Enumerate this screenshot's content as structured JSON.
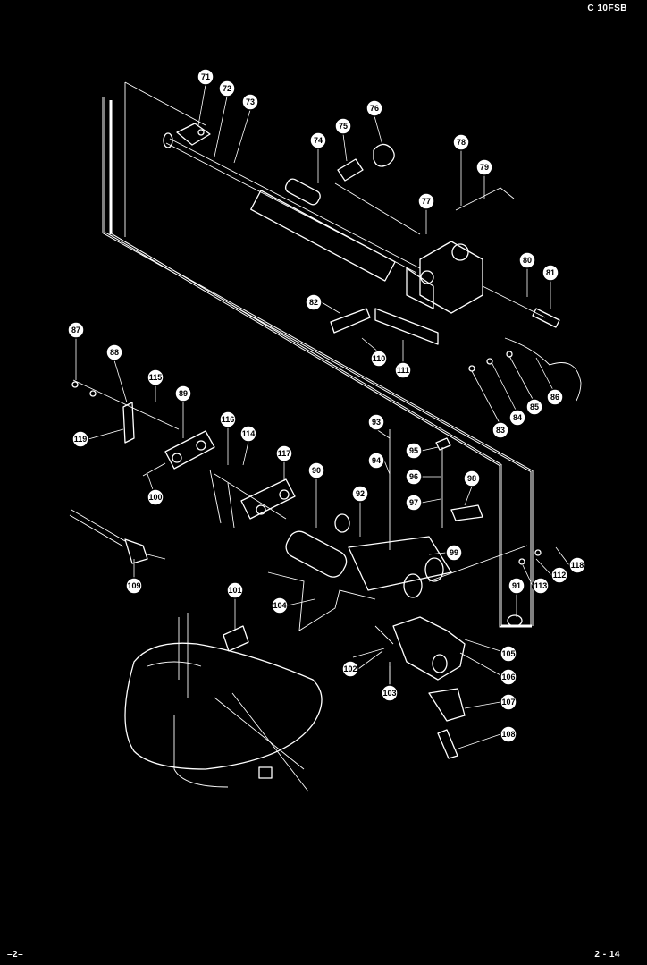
{
  "header": {
    "model": "C 10FSB"
  },
  "footer": {
    "left": "–2–",
    "right": "2 - 14"
  },
  "callouts": [
    "71",
    "72",
    "73",
    "74",
    "75",
    "76",
    "77",
    "78",
    "79",
    "80",
    "81",
    "82",
    "83",
    "84",
    "85",
    "86",
    "87",
    "88",
    "89",
    "90",
    "91",
    "92",
    "93",
    "94",
    "95",
    "96",
    "97",
    "98",
    "99",
    "100",
    "101",
    "102",
    "103",
    "104",
    "105",
    "106",
    "107",
    "108",
    "109",
    "110",
    "111",
    "112",
    "113",
    "114",
    "115",
    "116",
    "117",
    "118",
    "119"
  ]
}
